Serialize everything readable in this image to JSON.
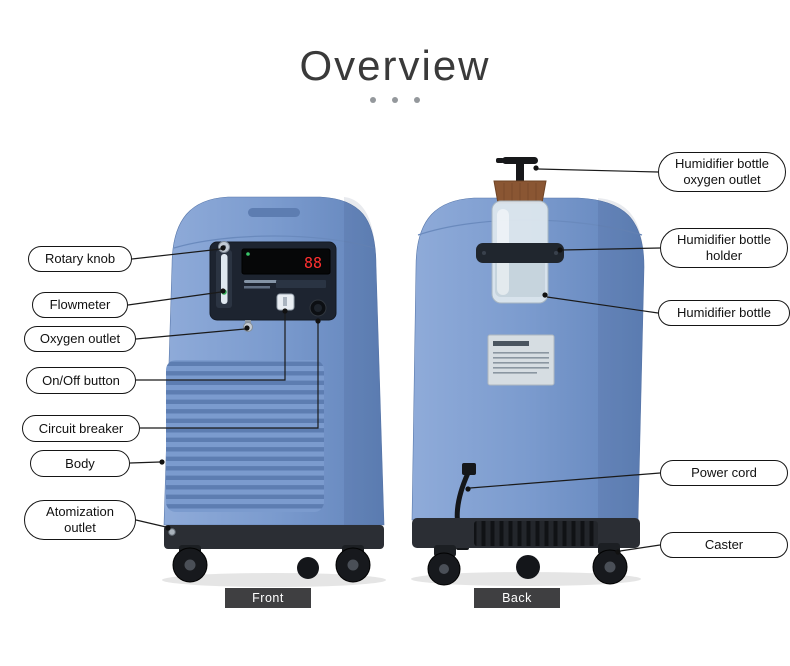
{
  "title": "Overview",
  "front_labels": [
    {
      "text": "Rotary knob"
    },
    {
      "text": "Flowmeter"
    },
    {
      "text": "Oxygen outlet"
    },
    {
      "text": "On/Off button"
    },
    {
      "text": "Circuit breaker"
    },
    {
      "text": "Body"
    },
    {
      "text": "Atomization outlet"
    }
  ],
  "back_labels": [
    {
      "text": "Humidifier bottle oxygen outlet"
    },
    {
      "text": "Humidifier bottle holder"
    },
    {
      "text": "Humidifier bottle"
    },
    {
      "text": "Power cord"
    },
    {
      "text": "Caster"
    }
  ],
  "captions": {
    "front": "Front",
    "back": "Back"
  },
  "front_panel": {
    "display_digits": "88"
  },
  "colors": {
    "machine_blue": "#7b9bce",
    "machine_blue_dark": "#5d7db1",
    "base_dark": "#2b2e34",
    "bottle_cap_brown": "#8a5633",
    "callout_border": "#151515",
    "caption_bg": "#3f3f41",
    "display_digit_red": "#ff3030"
  }
}
